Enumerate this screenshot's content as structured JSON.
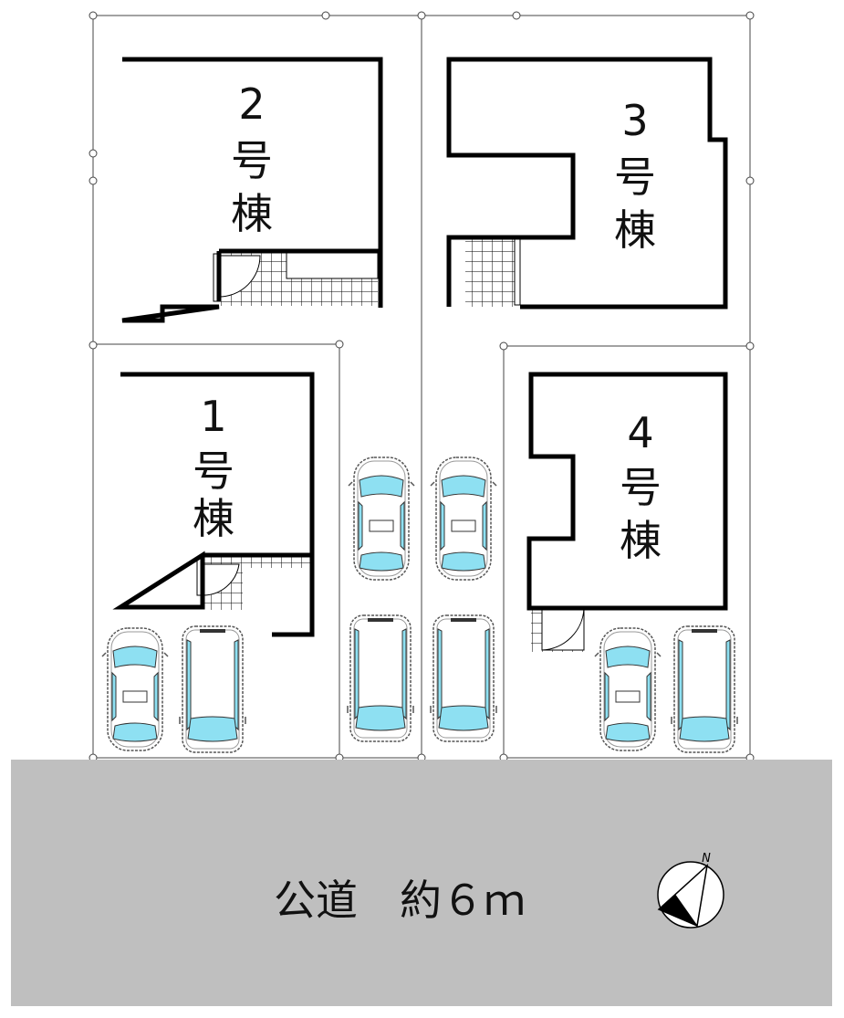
{
  "buildings": [
    {
      "id": "2",
      "line1": "2",
      "line2": "号",
      "line3": "棟"
    },
    {
      "id": "3",
      "line1": "3",
      "line2": "号",
      "line3": "棟"
    },
    {
      "id": "1",
      "line1": "1",
      "line2": "号",
      "line3": "棟"
    },
    {
      "id": "4",
      "line1": "4",
      "line2": "号",
      "line3": "棟"
    }
  ],
  "road": {
    "label": "公道　約６ｍ"
  },
  "compass": {
    "north_label": "N",
    "icon": "compass-icon"
  },
  "car_count": 8,
  "colors": {
    "road": "#bfbfbf",
    "car_glass": "#8ee0f2",
    "wall": "#000000"
  }
}
